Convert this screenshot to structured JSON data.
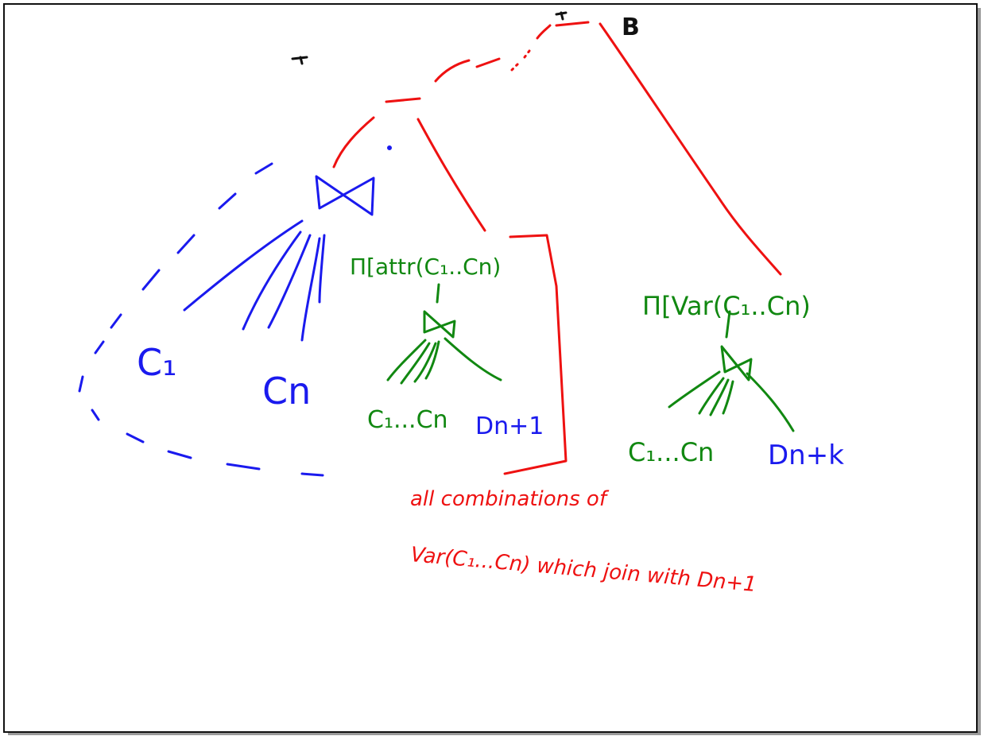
{
  "colors": {
    "red": "#ee1111",
    "blue": "#1a1aee",
    "green": "#118811",
    "black": "#111111"
  },
  "labels": {
    "top_B": "B",
    "leaf_c1": "C₁",
    "leaf_cn": "Cn",
    "proj_left": "Π[attr(C₁..Cn)",
    "leaves_left": "C₁...Cn",
    "dnt1": "Dn+1",
    "proj_right": "Π[Var(C₁..Cn)",
    "leaves_right": "C₁...Cn",
    "dntk": "Dn+k",
    "note_line1": "all combinations of",
    "note_line2": "Var(C₁...Cn) which join with Dn+1"
  }
}
